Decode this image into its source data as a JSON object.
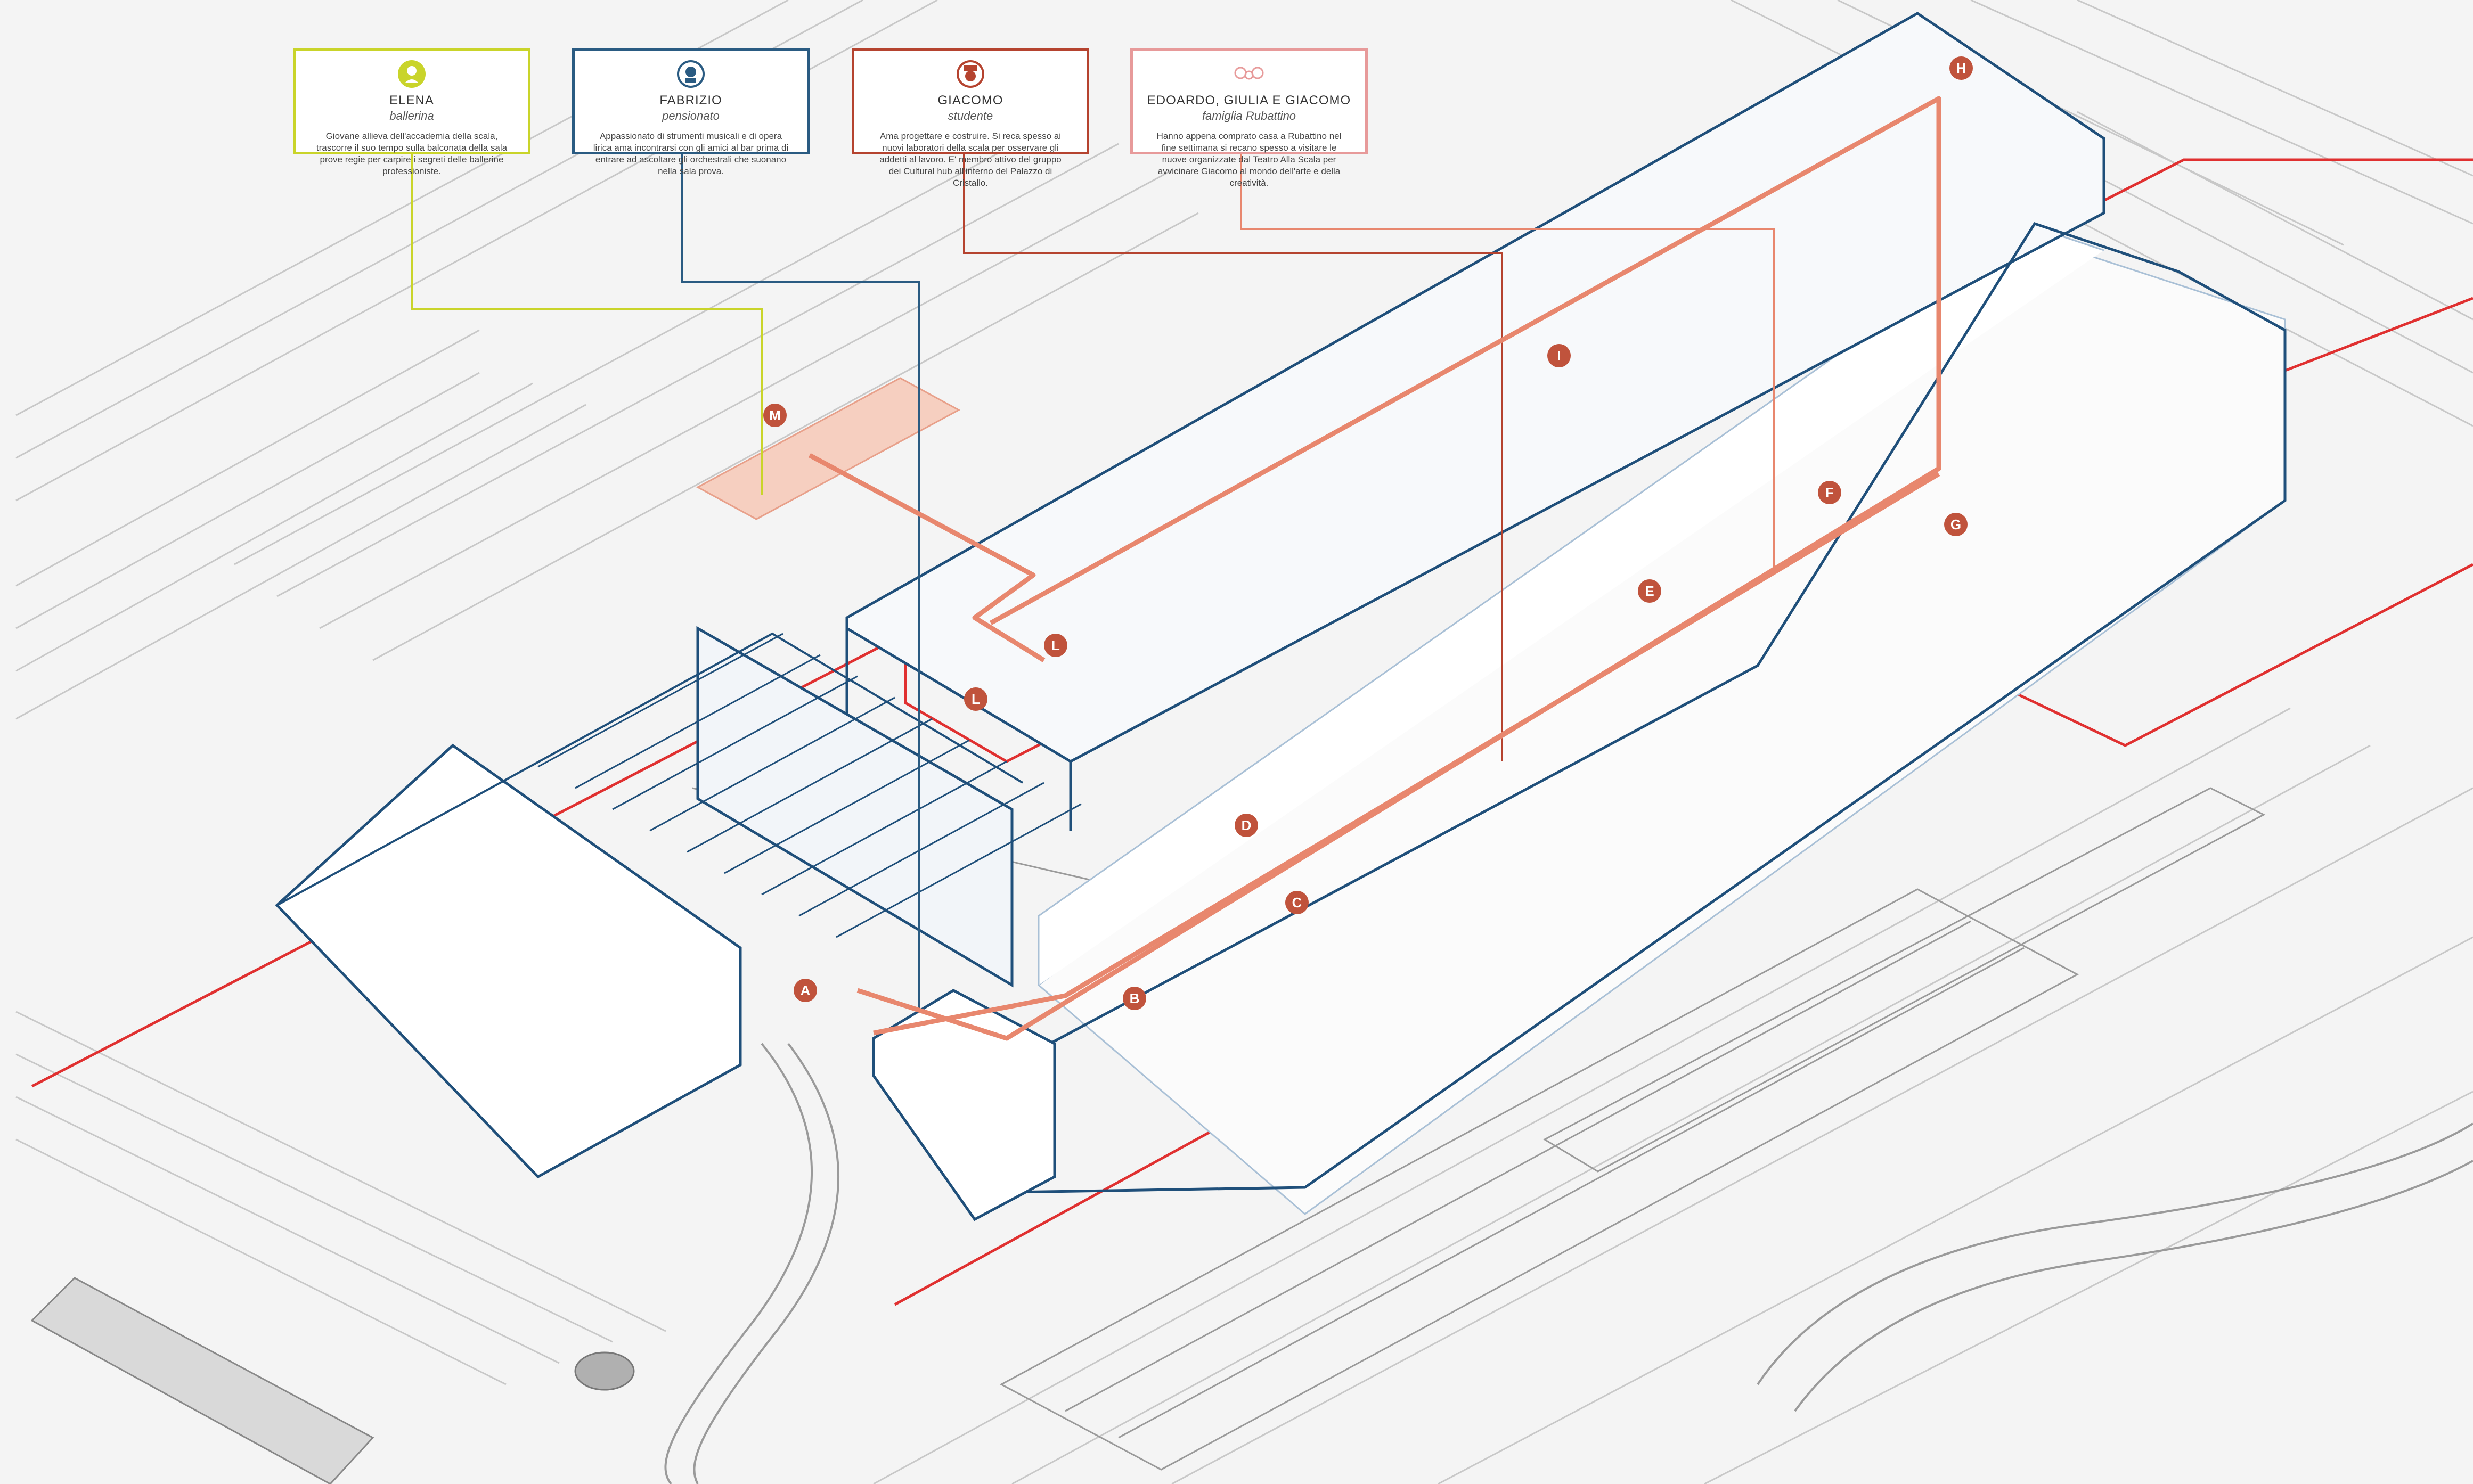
{
  "personas": [
    {
      "name": "ELENA",
      "role": "ballerina",
      "text": "Giovane allieva dell'accademia della scala, trascorre il suo tempo sulla balconata della sala prove regie per carpire i segreti delle ballerine professioniste.",
      "color": "#c9d42a",
      "icon": "ballerina-avatar-icon"
    },
    {
      "name": "FABRIZIO",
      "role": "pensionato",
      "text": "Appassionato di strumenti musicali e di opera lirica ama incontrarsi con gli amici al bar prima di entrare ad ascoltare gli orchestrali che suonano nella sala prova.",
      "color": "#2a5b82",
      "icon": "pensioner-avatar-icon"
    },
    {
      "name": "GIACOMO",
      "role": "studente",
      "text": "Ama progettare e costruire. Si reca spesso ai nuovi laboratori della scala per osservare gli addetti al lavoro. E' membro attivo del gruppo dei Cultural hub all'interno del Palazzo di Cristallo.",
      "color": "#b5432f",
      "icon": "student-avatar-icon"
    },
    {
      "name": "EDOARDO, GIULIA E GIACOMO",
      "role": "famiglia Rubattino",
      "text": "Hanno appena comprato casa a Rubattino nel fine settimana si recano spesso a visitare le nuove organizzate dal Teatro Alla Scala per avvicinare Giacomo al mondo dell'arte e della creatività.",
      "color": "#e79a9a",
      "icon": "family-avatar-icon"
    }
  ],
  "markers": [
    "A",
    "B",
    "C",
    "D",
    "E",
    "F",
    "G",
    "H",
    "I",
    "L",
    "L",
    "M"
  ],
  "colors": {
    "path": "#e8876e",
    "marker": "#c0533c",
    "blue": "#1f4f7a",
    "boundary": "#e03030",
    "lines": "#b9b9b9"
  }
}
